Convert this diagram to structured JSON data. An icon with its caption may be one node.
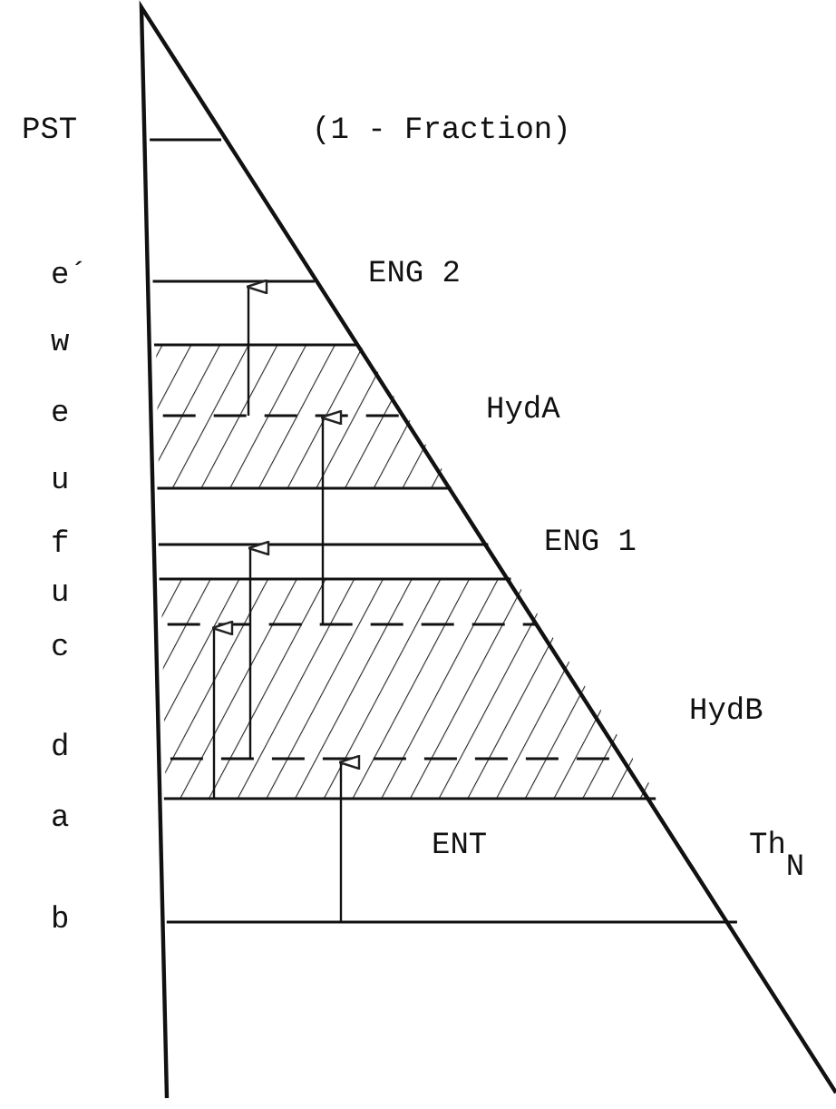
{
  "diagram": {
    "labels": [
      "PST",
      "(1 - Fraction)",
      "e´",
      "ENG 2",
      "w",
      "e",
      "HydA",
      "u",
      "f",
      "ENG 1",
      "u",
      "c",
      "d",
      "HydB",
      "a",
      "ENT",
      "Th$_{N}$",
      "b"
    ]
  }
}
